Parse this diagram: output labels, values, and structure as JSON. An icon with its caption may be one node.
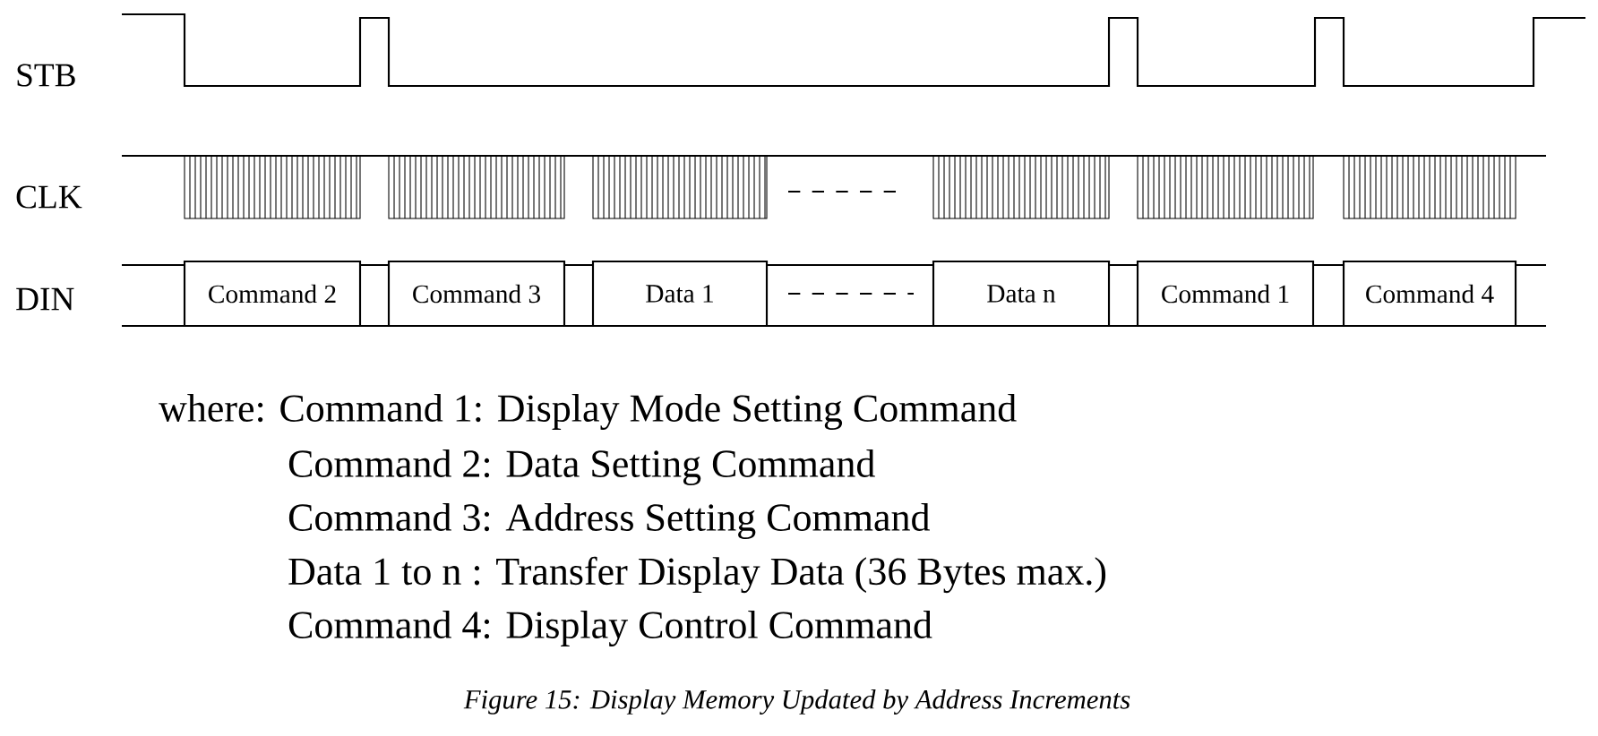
{
  "diagram": {
    "caption": "Figure 15:  Display Memory Updated by Address Increments",
    "nodes": [
      {
        "text": [
          "Command 2"
        ]
      },
      {
        "text": [
          "Command 3"
        ]
      },
      {
        "text": [
          "Data 1"
        ]
      },
      {
        "text": [
          "Data n"
        ]
      },
      {
        "text": [
          "Command 1"
        ]
      },
      {
        "text": [
          "Command 4"
        ]
      }
    ],
    "labels": [
      "STB",
      "CLK",
      "DIN",
      "where: Command 1: Display Mode Setting Command",
      "Command 2: Data Setting Command",
      "Command 3: Address Setting Command",
      "Data 1 to n  : Transfer Display Data (36 Bytes max.)",
      "Command 4: Display Control Command"
    ]
  }
}
